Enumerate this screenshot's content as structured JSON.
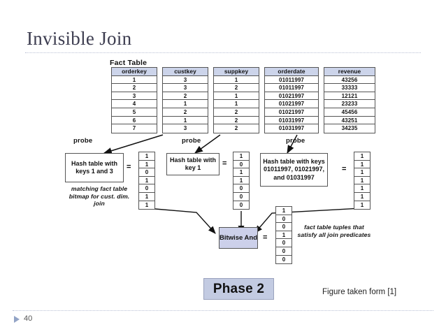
{
  "slide": {
    "title": "Invisible Join",
    "page_number": "40",
    "credit": "Figure taken form [1]",
    "phase_label": "Phase 2",
    "colors": {
      "header_fill": "#ccd4ea",
      "bitwise_fill": "#ccd0ea",
      "phase_fill": "#c3cbe2",
      "rule": "#b9c0d4",
      "marker": "#93a4c6",
      "stroke": "#555555"
    }
  },
  "fact_table": {
    "label": "Fact Table",
    "columns": [
      {
        "header": "orderkey",
        "values": [
          "1",
          "2",
          "3",
          "4",
          "5",
          "6",
          "7"
        ]
      },
      {
        "header": "custkey",
        "values": [
          "3",
          "3",
          "2",
          "1",
          "2",
          "1",
          "3"
        ]
      },
      {
        "header": "suppkey",
        "values": [
          "1",
          "2",
          "1",
          "1",
          "2",
          "2",
          "2"
        ]
      },
      {
        "header": "orderdate",
        "values": [
          "01011997",
          "01011997",
          "01021997",
          "01021997",
          "01021997",
          "01031997",
          "01031997"
        ]
      },
      {
        "header": "revenue",
        "values": [
          "43256",
          "33333",
          "12121",
          "23233",
          "45456",
          "43251",
          "34235"
        ]
      }
    ]
  },
  "probes": [
    {
      "label": "probe"
    },
    {
      "label": "probe"
    },
    {
      "label": "probe"
    }
  ],
  "hash_tables": [
    {
      "name": "customer-hash-table",
      "label": "Hash table with keys 1 and 3",
      "equals": "=",
      "bitmap": [
        "1",
        "1",
        "0",
        "1",
        "0",
        "1",
        "1"
      ],
      "caption": "matching fact table bitmap for cust. dim. join"
    },
    {
      "name": "supplier-hash-table",
      "label": "Hash table with key 1",
      "equals": "=",
      "bitmap": [
        "1",
        "0",
        "1",
        "1",
        "0",
        "0",
        "0"
      ],
      "caption": ""
    },
    {
      "name": "date-hash-table",
      "label": "Hash table with keys 01011997, 01021997, and 01031997",
      "equals": "=",
      "bitmap": [
        "1",
        "1",
        "1",
        "1",
        "1",
        "1",
        "1"
      ],
      "caption": ""
    }
  ],
  "bitwise": {
    "label": "Bitwise And",
    "equals": "=",
    "result_bitmap": [
      "1",
      "0",
      "0",
      "1",
      "0",
      "0",
      "0"
    ],
    "caption": "fact table tuples that satisfy all join predicates"
  }
}
